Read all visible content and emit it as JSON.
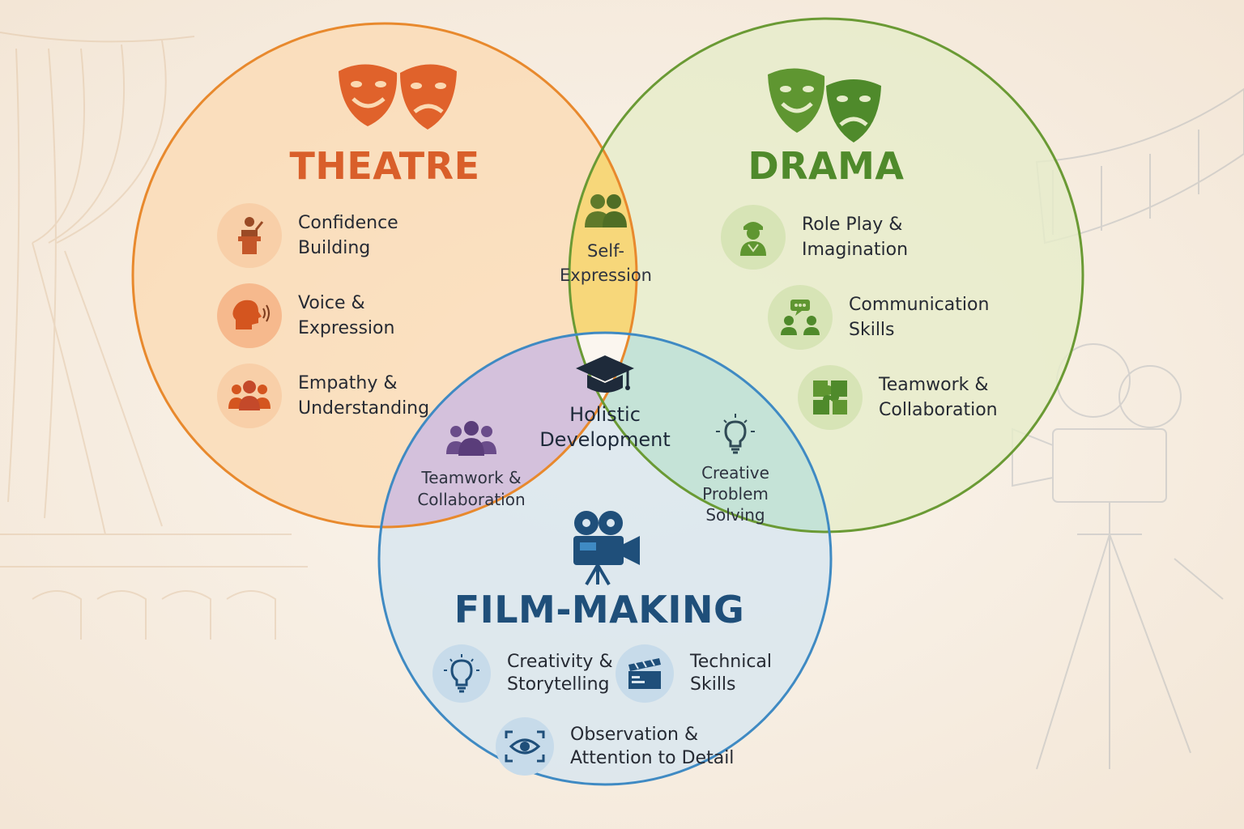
{
  "colors": {
    "theatre": "#e8782a",
    "theatre_title": "#d95f2a",
    "drama": "#5f9631",
    "drama_title": "#4f8a2b",
    "film": "#3f8ac3",
    "film_title": "#1f4f7a",
    "overlap_yellow": "#f7d77a",
    "overlap_purple": "#cbb8d6",
    "overlap_teal": "#bfe0d3",
    "center": "#fbf6ef"
  },
  "theatre": {
    "title": "THEATRE",
    "icon": "theatre-masks-icon",
    "items": [
      {
        "label": "Confidence\nBuilding",
        "icon": "speaker-podium-icon"
      },
      {
        "label": "Voice &\nExpression",
        "icon": "speaking-head-icon"
      },
      {
        "label": "Empathy &\nUnderstanding",
        "icon": "people-group-icon"
      }
    ]
  },
  "drama": {
    "title": "DRAMA",
    "icon": "drama-masks-icon",
    "items": [
      {
        "label": "Role Play &\nImagination",
        "icon": "actor-costume-icon"
      },
      {
        "label": "Communication\nSkills",
        "icon": "conversation-icon"
      },
      {
        "label": "Teamwork &\nCollaboration",
        "icon": "puzzle-icon"
      }
    ]
  },
  "film": {
    "title": "FILM-MAKING",
    "icon": "movie-camera-icon",
    "items": [
      {
        "label": "Creativity &\nStorytelling",
        "icon": "lightbulb-icon"
      },
      {
        "label": "Technical\nSkills",
        "icon": "clapperboard-icon"
      },
      {
        "label": "Observation &\nAttention to Detail",
        "icon": "eye-focus-icon"
      }
    ]
  },
  "overlaps": {
    "theatre_drama": {
      "label": "Self-\nExpression",
      "icon": "two-people-icon"
    },
    "theatre_film": {
      "label": "Teamwork &\nCollaboration",
      "icon": "team-icon"
    },
    "drama_film": {
      "label": "Creative\nProblem\nSolving",
      "icon": "idea-bulb-icon"
    },
    "center": {
      "label": "Holistic\nDevelopment",
      "icon": "graduation-cap-icon"
    }
  }
}
